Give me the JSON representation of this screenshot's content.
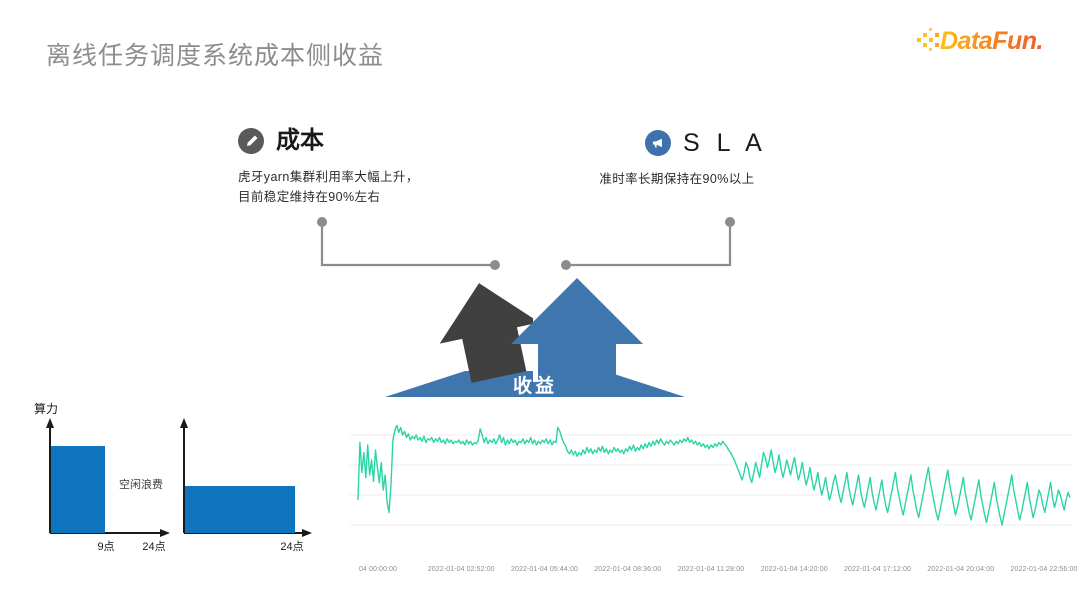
{
  "header": {
    "title": "离线任务调度系统成本侧收益",
    "logo_text": "DataFun.",
    "logo_colors": {
      "start": "#f9b233",
      "mid": "#f58220",
      "end": "#f05a28"
    }
  },
  "callouts": [
    {
      "id": "cost",
      "icon": "pencil-icon",
      "title": "成本",
      "body": "虎牙yarn集群利用率大幅上升，\n目前稳定维持在90%左右",
      "icon_color": "#5a5a5a"
    },
    {
      "id": "sla",
      "icon": "megaphone-icon",
      "title": "S L A",
      "body": "准时率长期保持在90%以上",
      "icon_color": "#3f72ac"
    }
  ],
  "graphic": {
    "base_label": "收益",
    "cost_arrow_color": "#404040",
    "sla_arrow_color": "#3f76ad",
    "base_color": "#3f76ad",
    "connector_color": "#8c8c8c"
  },
  "bar_chart": {
    "type": "bar",
    "ylabel": "算力",
    "annotation": "空闲浪费",
    "bar_color": "#0d74bd",
    "axis_color": "#1a1a1a",
    "panels": [
      {
        "name": "before",
        "bars": [
          {
            "start_hour": 0,
            "end_hour": 9,
            "height": 100
          }
        ],
        "tick_labels": [
          "9点",
          "24点"
        ],
        "xlim": [
          0,
          24
        ]
      },
      {
        "name": "after",
        "bars": [
          {
            "start_hour": 0,
            "end_hour": 24,
            "height": 55
          }
        ],
        "tick_labels": [
          "24点"
        ],
        "xlim": [
          0,
          24
        ]
      }
    ]
  },
  "chart_data": {
    "type": "line",
    "title": "",
    "xlabel": "",
    "ylabel": "",
    "grid": true,
    "legend": null,
    "line_color": "#2ad4a4",
    "ylim": [
      0,
      100
    ],
    "xlim": [
      "2022-01-04 00:00:00",
      "2022-01-04 23:59:00"
    ],
    "tick_labels": [
      "04 00:00:00",
      "2022-01-04 02:52:00",
      "2022-01-04 05:44:00",
      "2022-01-04 08:36:00",
      "2022-01-04 11:28:00",
      "2022-01-04 14:20:00",
      "2022-01-04 17:12:00",
      "2022-01-04 20:04:00",
      "2022-01-04 22:56:00"
    ],
    "gridline_values": [
      92,
      68,
      44,
      20
    ],
    "values": [
      40,
      86,
      62,
      78,
      58,
      84,
      60,
      72,
      55,
      80,
      66,
      54,
      70,
      48,
      60,
      38,
      30,
      52,
      88,
      96,
      100,
      94,
      98,
      92,
      95,
      90,
      93,
      88,
      91,
      89,
      92,
      88,
      90,
      87,
      91,
      86,
      89,
      88,
      90,
      86,
      89,
      87,
      90,
      86,
      88,
      85,
      89,
      86,
      88,
      85,
      87,
      86,
      88,
      85,
      87,
      84,
      88,
      85,
      87,
      84,
      86,
      85,
      88,
      97,
      92,
      86,
      90,
      85,
      88,
      86,
      89,
      85,
      88,
      92,
      86,
      90,
      84,
      88,
      85,
      89,
      86,
      88,
      84,
      87,
      86,
      89,
      85,
      88,
      86,
      90,
      85,
      88,
      84,
      87,
      85,
      88,
      86,
      89,
      85,
      88,
      84,
      87,
      86,
      98,
      95,
      90,
      86,
      83,
      79,
      77,
      80,
      76,
      79,
      75,
      78,
      76,
      80,
      77,
      82,
      78,
      81,
      77,
      80,
      78,
      82,
      79,
      83,
      78,
      81,
      77,
      80,
      78,
      82,
      79,
      81,
      78,
      80,
      77,
      81,
      79,
      83,
      80,
      84,
      79,
      82,
      80,
      84,
      81,
      85,
      82,
      86,
      83,
      87,
      84,
      88,
      85,
      89,
      86,
      84,
      87,
      85,
      88,
      86,
      84,
      87,
      85,
      88,
      86,
      89,
      87,
      90,
      86,
      88,
      85,
      87,
      84,
      86,
      83,
      85,
      82,
      84,
      81,
      84,
      82,
      85,
      83,
      86,
      84,
      87,
      85,
      83,
      80,
      78,
      75,
      72,
      68,
      64,
      60,
      56,
      62,
      70,
      66,
      58,
      54,
      62,
      70,
      64,
      58,
      68,
      78,
      74,
      66,
      72,
      80,
      70,
      62,
      68,
      76,
      66,
      58,
      64,
      72,
      66,
      60,
      68,
      74,
      64,
      56,
      62,
      70,
      60,
      52,
      58,
      66,
      56,
      48,
      54,
      62,
      52,
      44,
      50,
      58,
      48,
      40,
      46,
      54,
      60,
      52,
      44,
      38,
      46,
      54,
      62,
      50,
      42,
      36,
      44,
      52,
      60,
      48,
      40,
      34,
      42,
      50,
      58,
      46,
      38,
      32,
      40,
      48,
      56,
      44,
      36,
      30,
      38,
      46,
      54,
      62,
      50,
      42,
      34,
      28,
      36,
      44,
      52,
      60,
      48,
      40,
      32,
      26,
      34,
      42,
      50,
      58,
      66,
      54,
      46,
      38,
      30,
      24,
      32,
      40,
      48,
      56,
      64,
      52,
      44,
      36,
      28,
      34,
      42,
      50,
      58,
      46,
      38,
      30,
      24,
      32,
      40,
      48,
      56,
      44,
      36,
      28,
      22,
      30,
      38,
      46,
      54,
      42,
      34,
      26,
      20,
      28,
      36,
      44,
      52,
      60,
      48,
      40,
      32,
      24,
      30,
      38,
      46,
      54,
      42,
      34,
      26,
      32,
      40,
      48,
      44,
      36,
      30,
      38,
      46,
      54,
      42,
      34,
      40,
      48,
      44,
      38,
      32,
      40,
      46,
      42
    ]
  }
}
